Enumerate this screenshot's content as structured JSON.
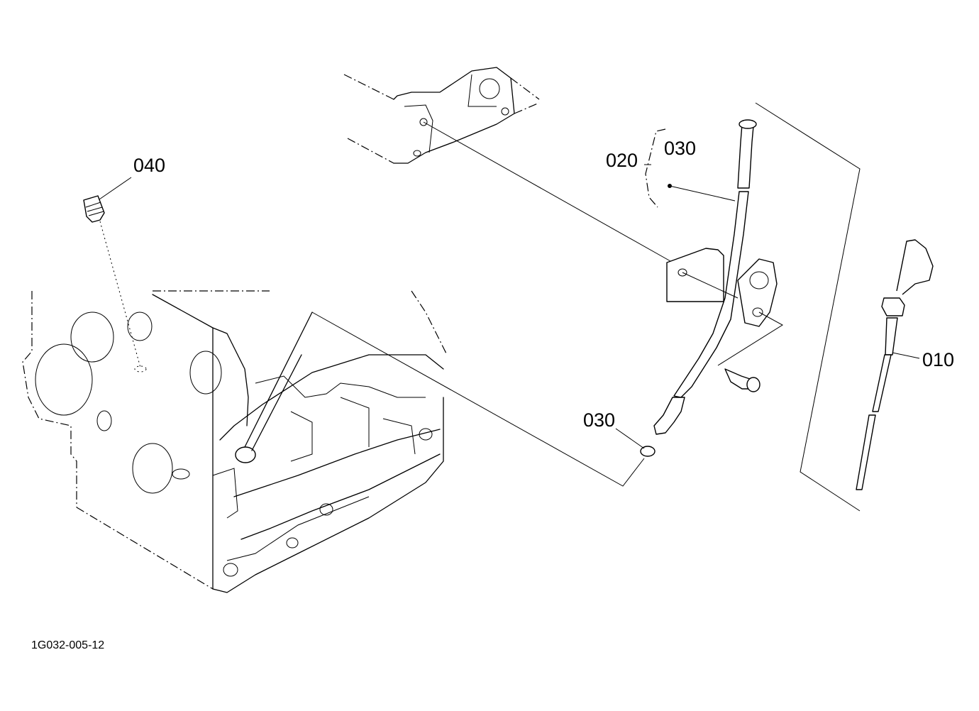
{
  "diagram": {
    "callouts": {
      "c010": "010",
      "c020": "020",
      "c030_upper": "030",
      "c030_lower": "030",
      "c040": "040"
    },
    "document_id": "1G032-005-12"
  }
}
